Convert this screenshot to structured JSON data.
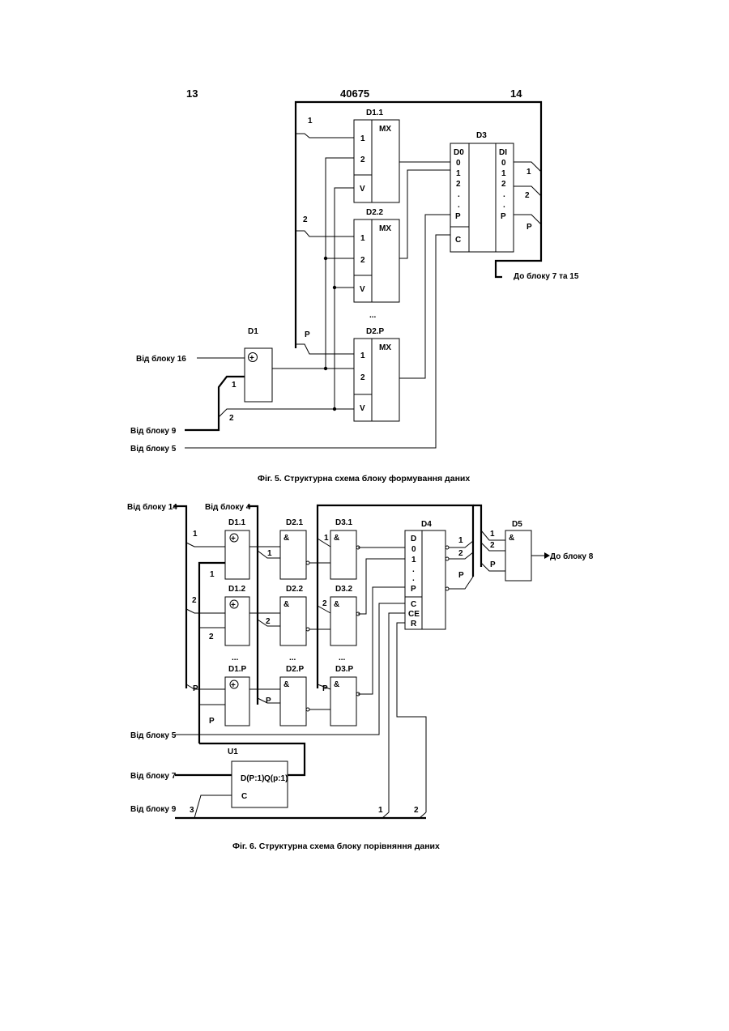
{
  "header": {
    "left_page": "13",
    "patent_number": "40675",
    "right_page": "14"
  },
  "fig5": {
    "caption": "Фіг. 5. Структурна схема блоку формування даних",
    "mux1": {
      "name": "D1.1",
      "type": "MX",
      "in1": "1",
      "in2": "2",
      "v": "V",
      "bus": "1"
    },
    "mux2": {
      "name": "D2.2",
      "type": "MX",
      "in1": "1",
      "in2": "2",
      "v": "V",
      "bus": "2"
    },
    "muxp": {
      "name": "D2.P",
      "type": "MX",
      "in1": "1",
      "in2": "2",
      "v": "V",
      "bus": "P"
    },
    "dots": "...",
    "reg": {
      "name": "D3",
      "di_left": "D0",
      "di_right": "DI",
      "rows": [
        "0",
        "1",
        "2",
        ".",
        ".",
        "P"
      ],
      "c": "C",
      "out1": "1",
      "out2": "2",
      "outp": "P"
    },
    "xor": {
      "name": "D1",
      "sym": "+",
      "in1": "1",
      "in2": "2"
    },
    "sources": {
      "blk16": "Від блоку 16",
      "blk9": "Від блоку 9",
      "blk5": "Від блоку 5"
    },
    "dest": "До блоку 7 та 15"
  },
  "fig6": {
    "caption": "Фіг. 6. Структурна схема блоку порівняння даних",
    "sources": {
      "blk14": "Від блоку 14",
      "blk4": "Від блоку 4",
      "blk5": "Від блоку 5",
      "blk7": "Від блоку 7",
      "blk9": "Від блоку 9"
    },
    "xor_names": [
      "D1.1",
      "D1.2",
      "D1.P"
    ],
    "and_names": [
      "D2.1",
      "D2.2",
      "D2.P"
    ],
    "and3_names": [
      "D3.1",
      "D3.2",
      "D3.P"
    ],
    "row_labels": [
      "1",
      "2",
      "P"
    ],
    "and_sym": "&",
    "xor_sym": "+",
    "dots": "...",
    "reg": {
      "name": "D4",
      "rows": [
        "D",
        "0",
        "1",
        ".",
        ".",
        "P"
      ],
      "c": "C",
      "ce": "CE",
      "r": "R",
      "out1": "1",
      "out2": "2",
      "outp": "P"
    },
    "final": {
      "name": "D5",
      "sym": "&",
      "in1": "1",
      "in2": "2",
      "inp": "P"
    },
    "dest": "До блоку 8",
    "shift": {
      "name": "U1",
      "d": "D(P:1)",
      "q": "Q(p:1)",
      "c": "C"
    },
    "blk9_taps": [
      "3",
      "1",
      "2"
    ]
  }
}
